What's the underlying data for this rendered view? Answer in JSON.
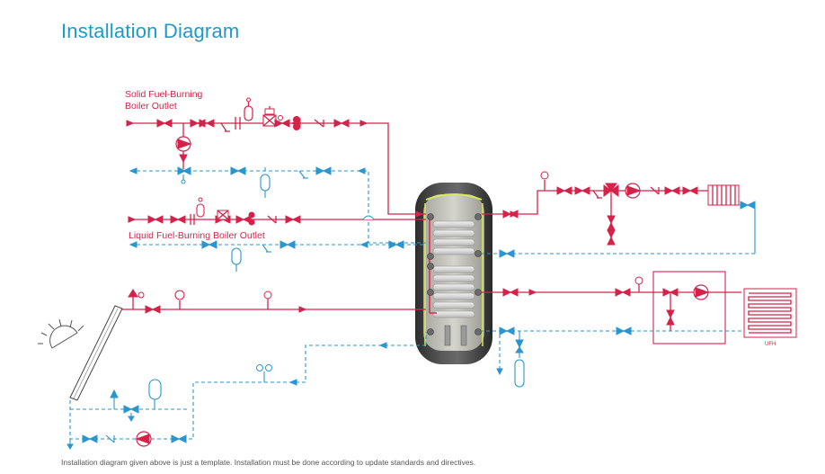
{
  "page": {
    "title": "Installation Diagram",
    "note": "Installation diagram given above is just a template. Installation must be done according to update standards and directives."
  },
  "diagram": {
    "labels": {
      "solid_fuel_line1": "Solid Fuel-Burning",
      "solid_fuel_line2": "Boiler Outlet",
      "liquid_fuel": "Liquid Fuel-Burning Boiler Outlet",
      "ufh": "UFH"
    }
  },
  "colors": {
    "title": "#1a9bc9",
    "supply_red": "#d6224a",
    "return_blue": "#2a96cf",
    "tank_dark": "#3f3f3f"
  },
  "icons": [
    "valve-icon",
    "pump-icon",
    "check-valve-icon",
    "gauge-icon",
    "expansion-vessel-icon",
    "radiator-icon",
    "solar-panel-icon",
    "sun-icon",
    "three-way-valve-icon"
  ]
}
